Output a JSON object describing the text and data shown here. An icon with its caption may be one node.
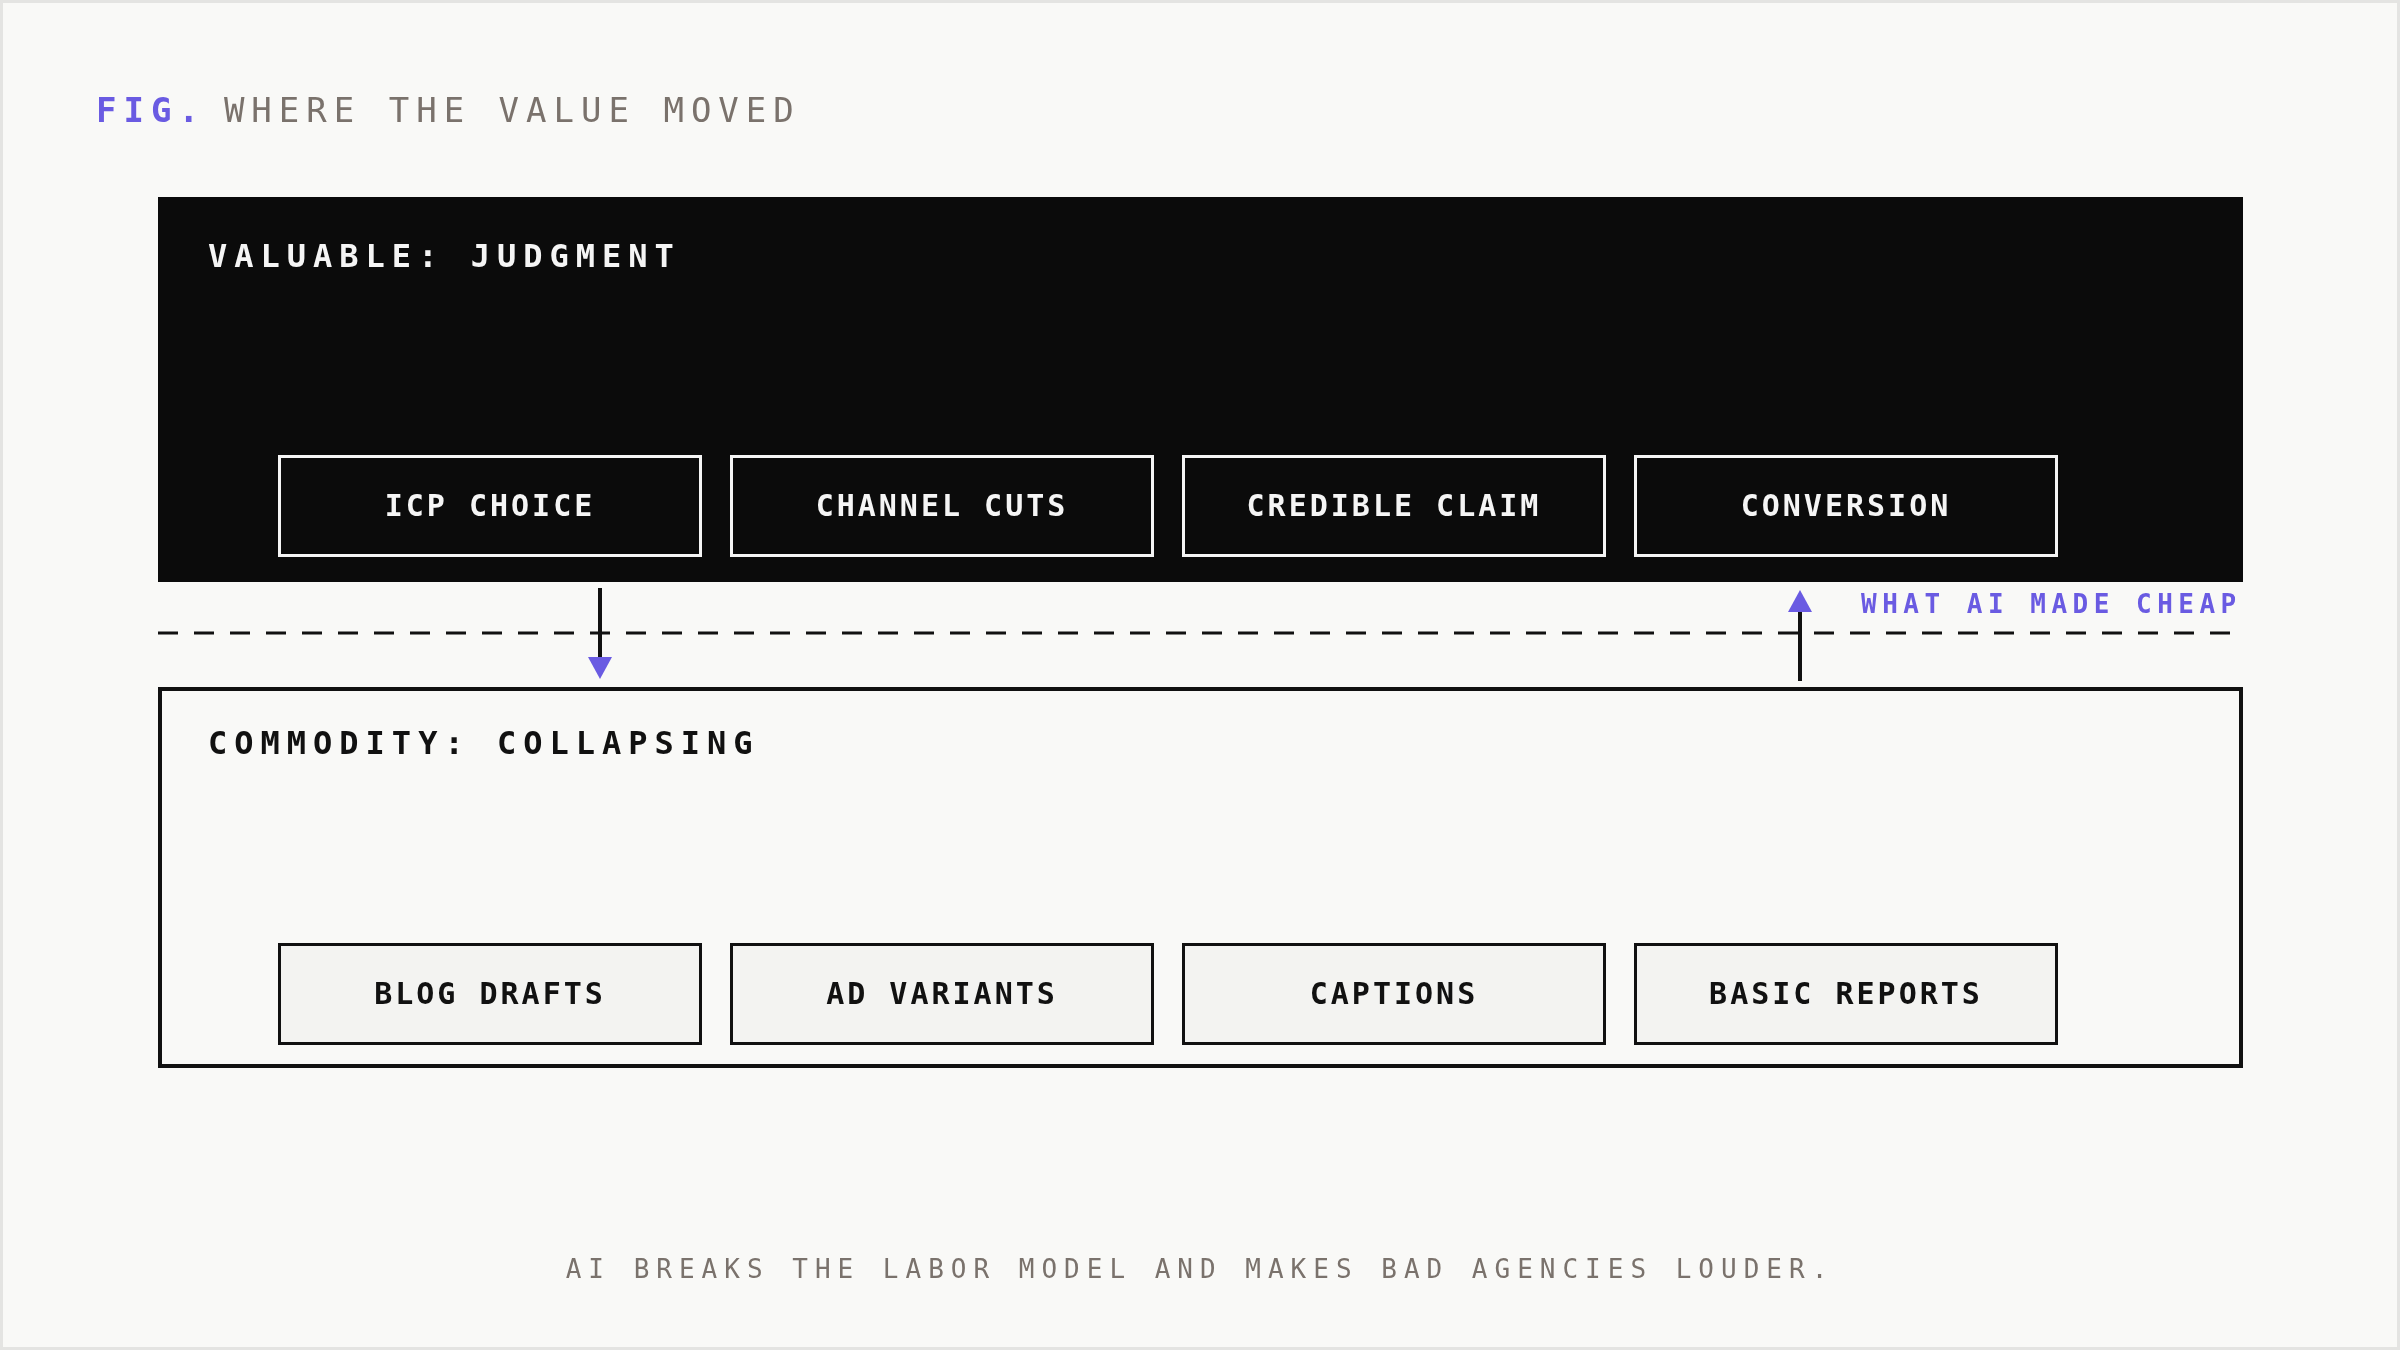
{
  "diagram": {
    "title": "WHERE THE VALUE MOVED",
    "caption": "AI BREAKS THE LABOR MODEL AND MAKES BAD AGENCIES LOUDER.",
    "nodes": [
      {
        "text": [
          "VALUABLE: JUDGMENT"
        ]
      },
      {
        "text": [
          "ICP CHOICE"
        ],
        "in": 0
      },
      {
        "text": [
          "CHANNEL CUTS"
        ],
        "in": 0
      },
      {
        "text": [
          "CREDIBLE CLAIM"
        ],
        "in": 0
      },
      {
        "text": [
          "CONVERSION"
        ],
        "in": 0
      },
      {
        "text": [
          "COMMODITY: COLLAPSING"
        ]
      },
      {
        "text": [
          "BLOG DRAFTS"
        ],
        "in": 5
      },
      {
        "text": [
          "AD VARIANTS"
        ],
        "in": 5
      },
      {
        "text": [
          "CAPTIONS"
        ],
        "in": 5
      },
      {
        "text": [
          "BASIC REPORTS"
        ],
        "in": 5
      }
    ],
    "edges": [
      {
        "from": 0,
        "to": 5,
        "arrow": "to"
      },
      {
        "from": 5,
        "to": 0,
        "arrow": "to"
      }
    ],
    "labels": [
      "FIG.",
      "WHAT AI MADE CHEAP"
    ]
  }
}
